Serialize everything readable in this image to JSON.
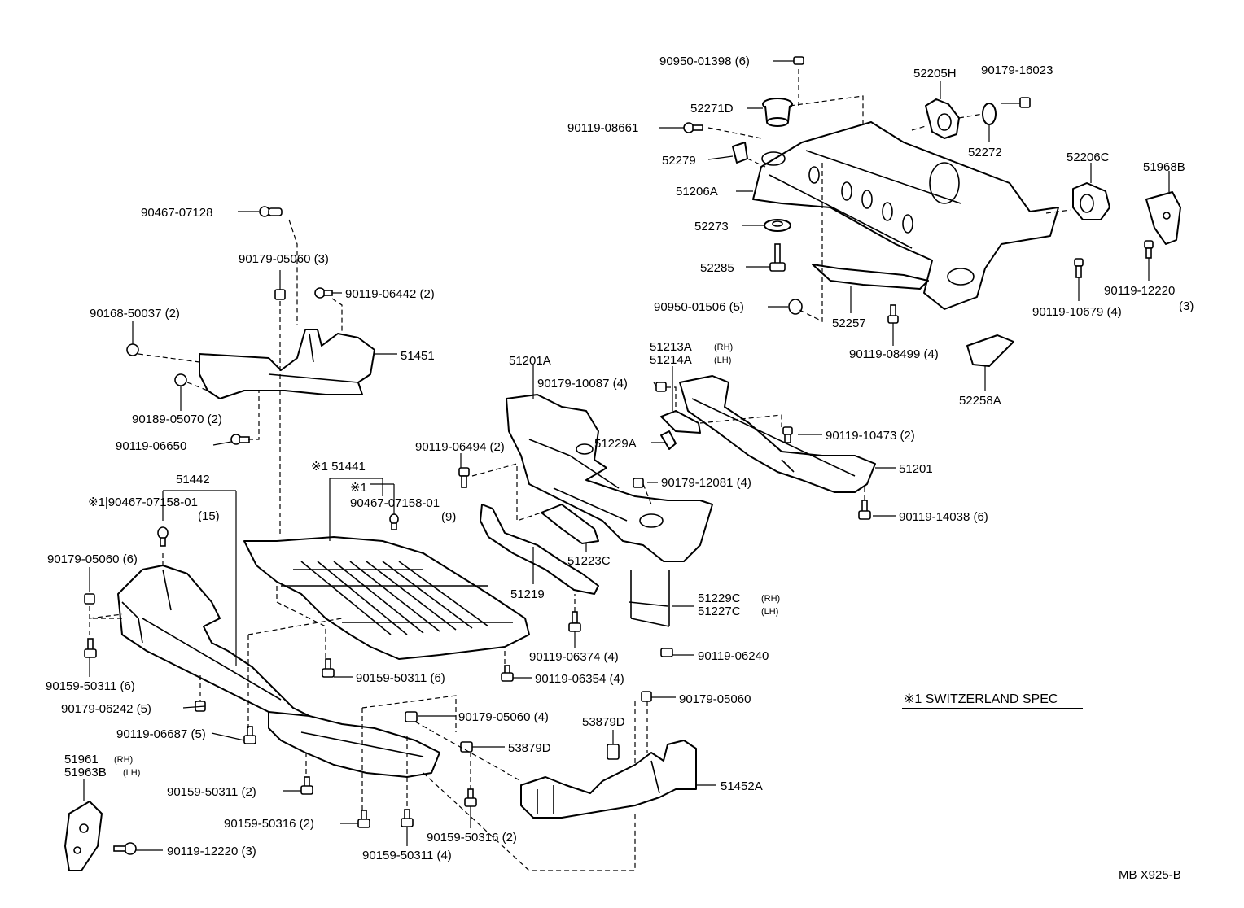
{
  "note": "※1 SWITZERLAND SPEC",
  "code": "MB  X925-B",
  "labels": {
    "p90950_01398": "90950-01398 (6)",
    "p90119_08661": "90119-08661",
    "p52271D": "52271D",
    "p52279": "52279",
    "p51206A": "51206A",
    "p52273": "52273",
    "p52285": "52285",
    "p90950_01506": "90950-01506 (5)",
    "p52257": "52257",
    "p52205H": "52205H",
    "p90179_16023": "90179-16023",
    "p52272": "52272",
    "p52206C": "52206C",
    "p51968B": "51968B",
    "p90119_10679": "90119-10679 (4)",
    "p90119_12220_top": "90119-12220",
    "p90119_12220_top_qty": "(3)",
    "p90119_08499": "90119-08499 (4)",
    "p52258A": "52258A",
    "p90467_07128": "90467-07128",
    "p90179_05060_3": "90179-05060 (3)",
    "p90119_06442": "90119-06442 (2)",
    "p90168_50037": "90168-50037 (2)",
    "p51451": "51451",
    "p90189_05070": "90189-05070 (2)",
    "p90119_06650": "90119-06650",
    "p51201A": "51201A",
    "p90179_10087": "90179-10087 (4)",
    "p51213A": "51213A",
    "p51213A_side": "(RH)",
    "p51214A": "51214A",
    "p51214A_side": "(LH)",
    "p90119_10473": "90119-10473 (2)",
    "p51229A": "51229A",
    "p90119_06494": "90119-06494 (2)",
    "p51201": "51201",
    "p90179_12081": "90179-12081 (4)",
    "p90119_14038": "90119-14038 (6)",
    "p51442": "51442",
    "p51441": "※1 51441",
    "p90467_07158_left": "※1|90467-07158-01",
    "p90467_07158_left_qty": "(15)",
    "p90467_07158_mid_mark": "※1",
    "p90467_07158_mid": "90467-07158-01",
    "p90467_07158_mid_qty": "(9)",
    "p90179_05060_6": "90179-05060 (6)",
    "p51223C": "51223C",
    "p51219": "51219",
    "p51229C": "51229C",
    "p51229C_side": "(RH)",
    "p51227C": "51227C",
    "p51227C_side": "(LH)",
    "p90159_50311_6_left": "90159-50311 (6)",
    "p90119_06374": "90119-06374 (4)",
    "p90119_06240": "90119-06240",
    "p90159_50311_6_mid": "90159-50311 (6)",
    "p90119_06354": "90119-06354 (4)",
    "p90179_06242": "90179-06242 (5)",
    "p90179_05060_single": "90179-05060",
    "p90119_06687": "90119-06687 (5)",
    "p90179_05060_4": "90179-05060 (4)",
    "p53879D_a": "53879D",
    "p53879D_b": "53879D",
    "p51961": "51961",
    "p51961_side": "(RH)",
    "p51963B": "51963B",
    "p51963B_side": "(LH)",
    "p90159_50311_2": "90159-50311 (2)",
    "p51452A": "51452A",
    "p90159_50316_2_left": "90159-50316 (2)",
    "p90159_50316_2_right": "90159-50316 (2)",
    "p90119_12220_bottom": "90119-12220 (3)",
    "p90159_50311_4": "90159-50311 (4)"
  }
}
